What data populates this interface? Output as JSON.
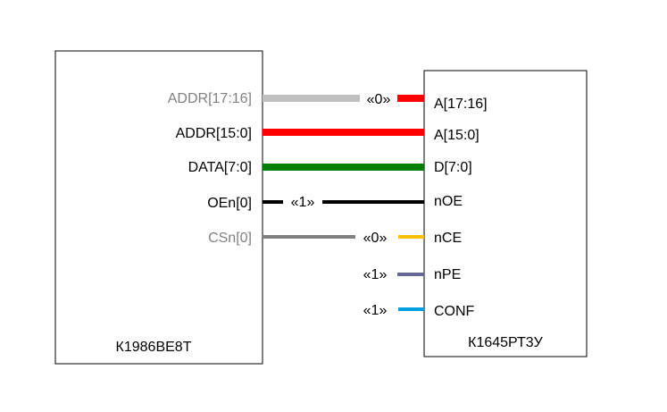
{
  "left_chip": {
    "name": "К1986ВЕ8Т",
    "pins": [
      {
        "label": "ADDR[17:16]",
        "color": "#808080"
      },
      {
        "label": "ADDR[15:0]",
        "color": "#000000"
      },
      {
        "label": "DATA[7:0]",
        "color": "#000000"
      },
      {
        "label": "OEn[0]",
        "color": "#000000"
      },
      {
        "label": "CSn[0]",
        "color": "#808080"
      }
    ]
  },
  "right_chip": {
    "name": "К1645РТ3У",
    "pins": [
      "A[17:16]",
      "A[15:0]",
      "D[7:0]",
      "nOE",
      "nCE",
      "nPE",
      "CONF"
    ]
  },
  "connections": [
    {
      "from": "ADDR[17:16]",
      "to": "A[17:16]",
      "constant": "«0»",
      "left_color": "#c0c0c0",
      "right_color": "#ff0000"
    },
    {
      "from": "ADDR[15:0]",
      "to": "A[15:0]",
      "color": "#ff0000"
    },
    {
      "from": "DATA[7:0]",
      "to": "D[7:0]",
      "color": "#008000"
    },
    {
      "from": "OEn[0]",
      "to": "nOE",
      "constant": "«1»",
      "color": "#000000"
    },
    {
      "from": "CSn[0]",
      "to": "nCE",
      "constant": "«0»",
      "left_color": "#808080",
      "right_color": "#ffc000"
    },
    {
      "to": "nPE",
      "constant": "«1»",
      "color": "#666699"
    },
    {
      "to": "CONF",
      "constant": "«1»",
      "color": "#00a0e0"
    }
  ]
}
